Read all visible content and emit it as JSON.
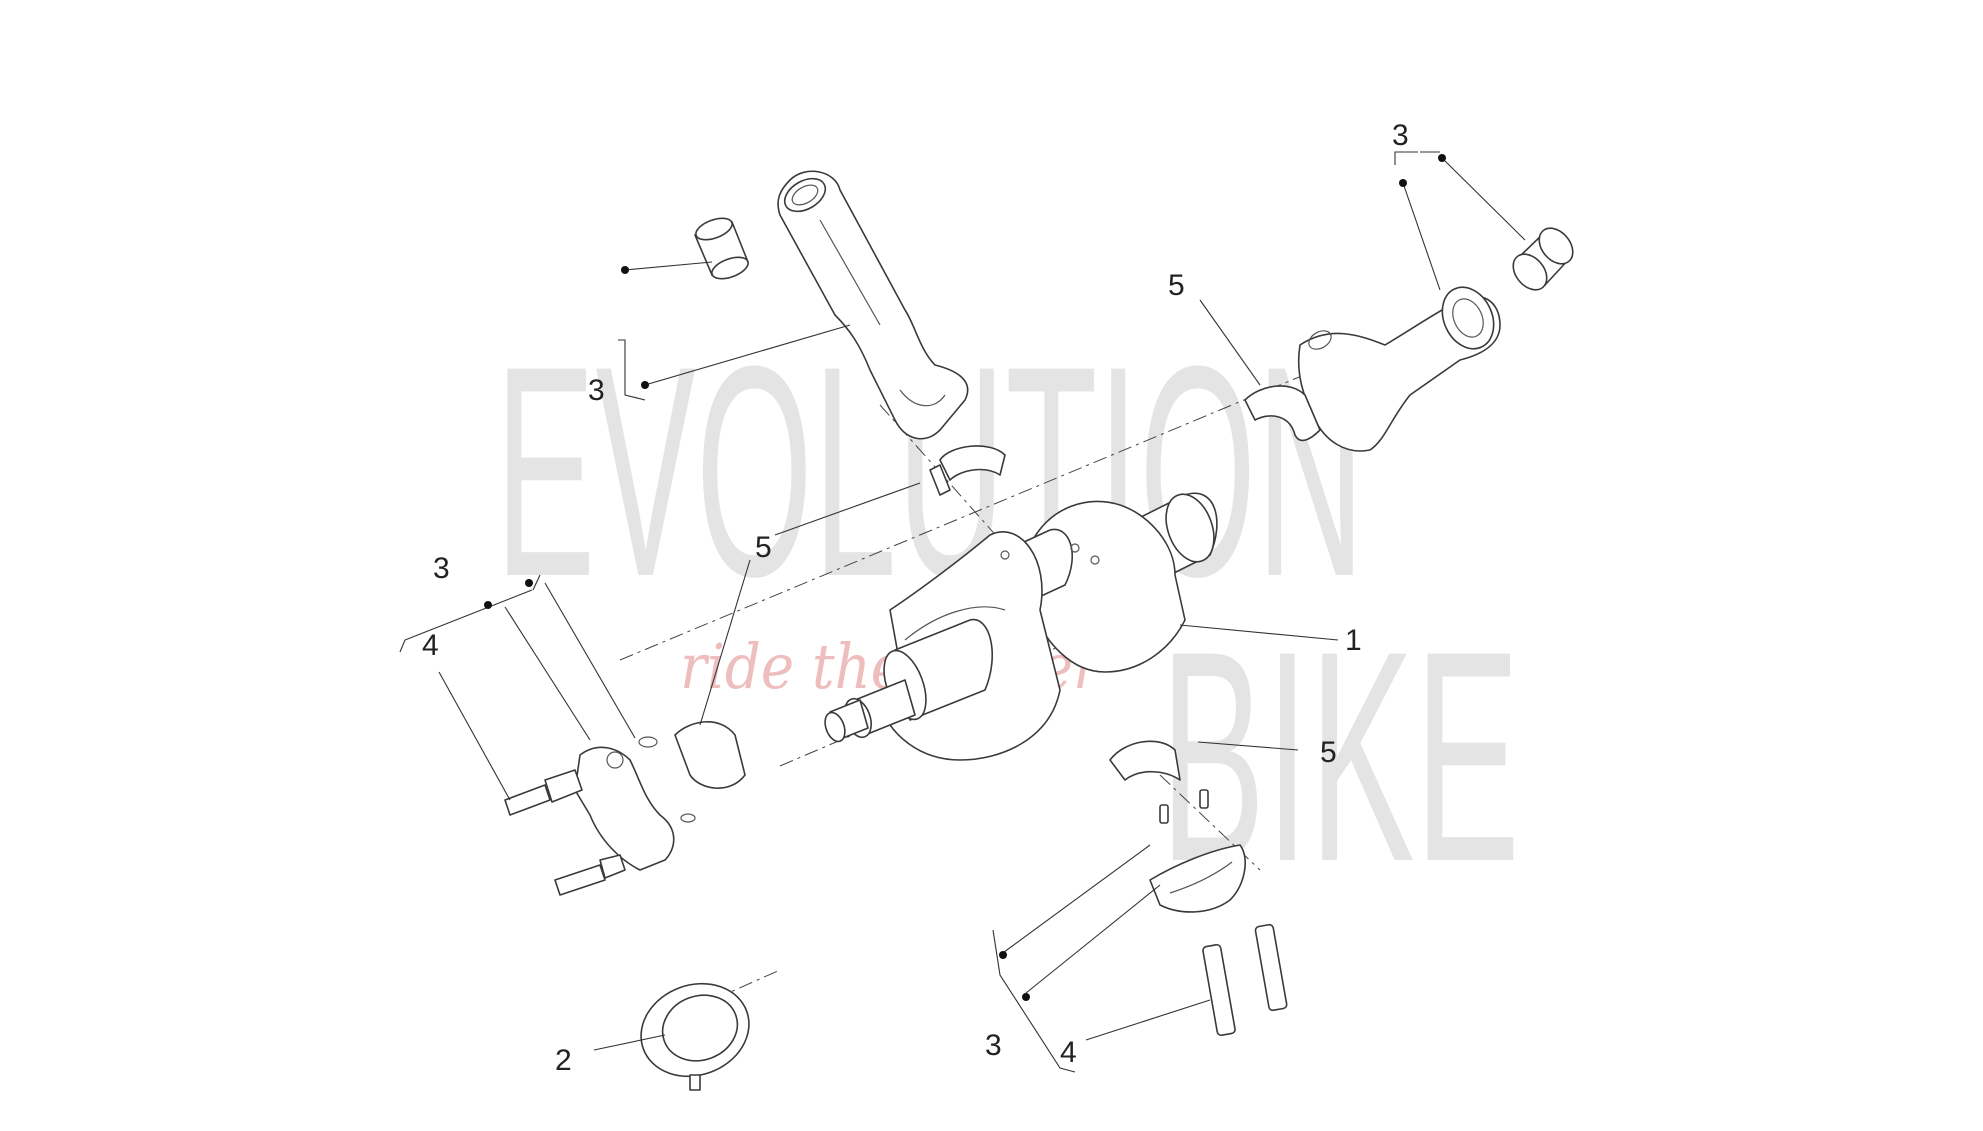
{
  "callouts": {
    "c1": "1",
    "c2": "2",
    "c3": "3",
    "c4": "4",
    "c5": "5"
  },
  "watermark": {
    "main": "EVOLUTION",
    "second": "BIKE",
    "slogan": "ride the power"
  },
  "colors": {
    "line": "#3a3a3a",
    "watermark_gray": "#cfcfcf",
    "watermark_red": "#e9a7a7"
  }
}
